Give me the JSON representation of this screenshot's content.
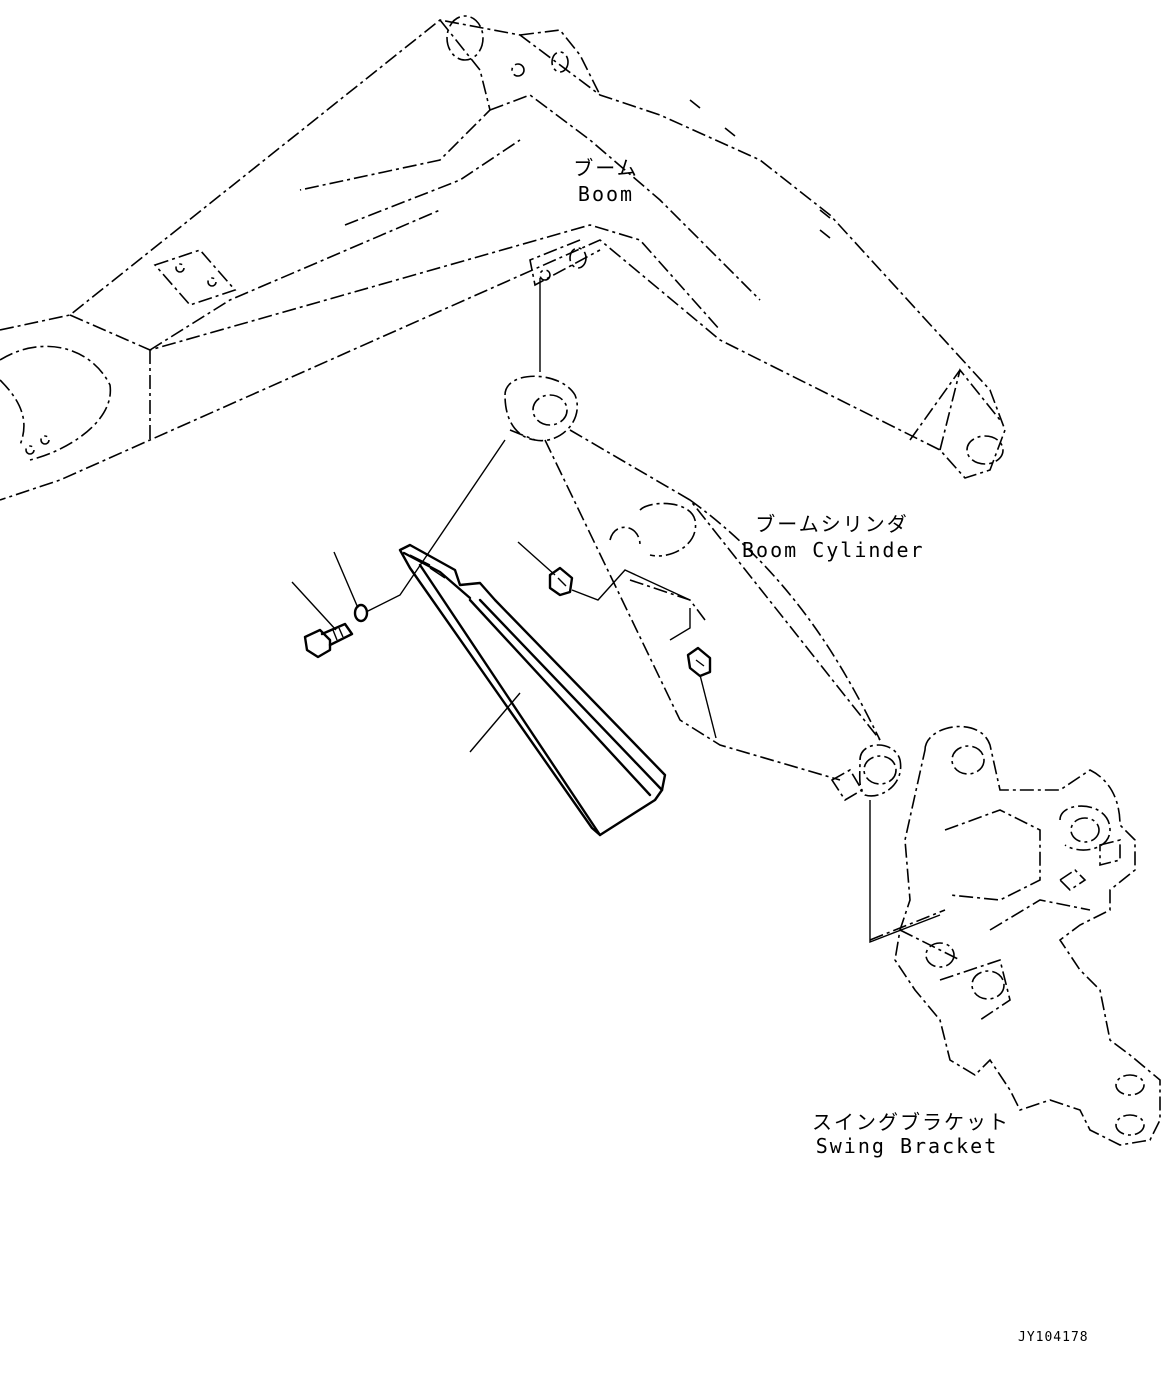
{
  "labels": {
    "boom_jp": "ブーム",
    "boom_en": "Boom",
    "boom_cylinder_jp": "ブームシリンダ",
    "boom_cylinder_en": "Boom Cylinder",
    "swing_bracket_jp": "スイングブラケット",
    "swing_bracket_en": "Swing Bracket"
  },
  "drawing_code": "JY104178"
}
